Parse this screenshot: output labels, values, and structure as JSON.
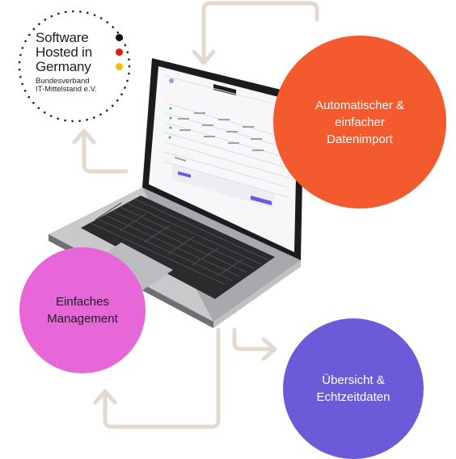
{
  "seal": {
    "line1": "Software",
    "line2": "Hosted in",
    "line3": "Germany",
    "line4": "Bundesverband",
    "line5": "IT-Mittelstand e.V.",
    "flag_colors": [
      "#111111",
      "#dd1b1b",
      "#f2c200"
    ]
  },
  "circles": {
    "import": {
      "line1": "Automatischer &",
      "line2": "einfacher",
      "line3": "Datenimport",
      "color": "#f35a2e"
    },
    "management": {
      "line1": "Einfaches",
      "line2": "Management",
      "color": "#e766d8"
    },
    "overview": {
      "line1": "Übersicht &",
      "line2": "Echtzeitdaten",
      "color": "#6b5bd9"
    }
  },
  "arrow_color": "#e3d9ce"
}
